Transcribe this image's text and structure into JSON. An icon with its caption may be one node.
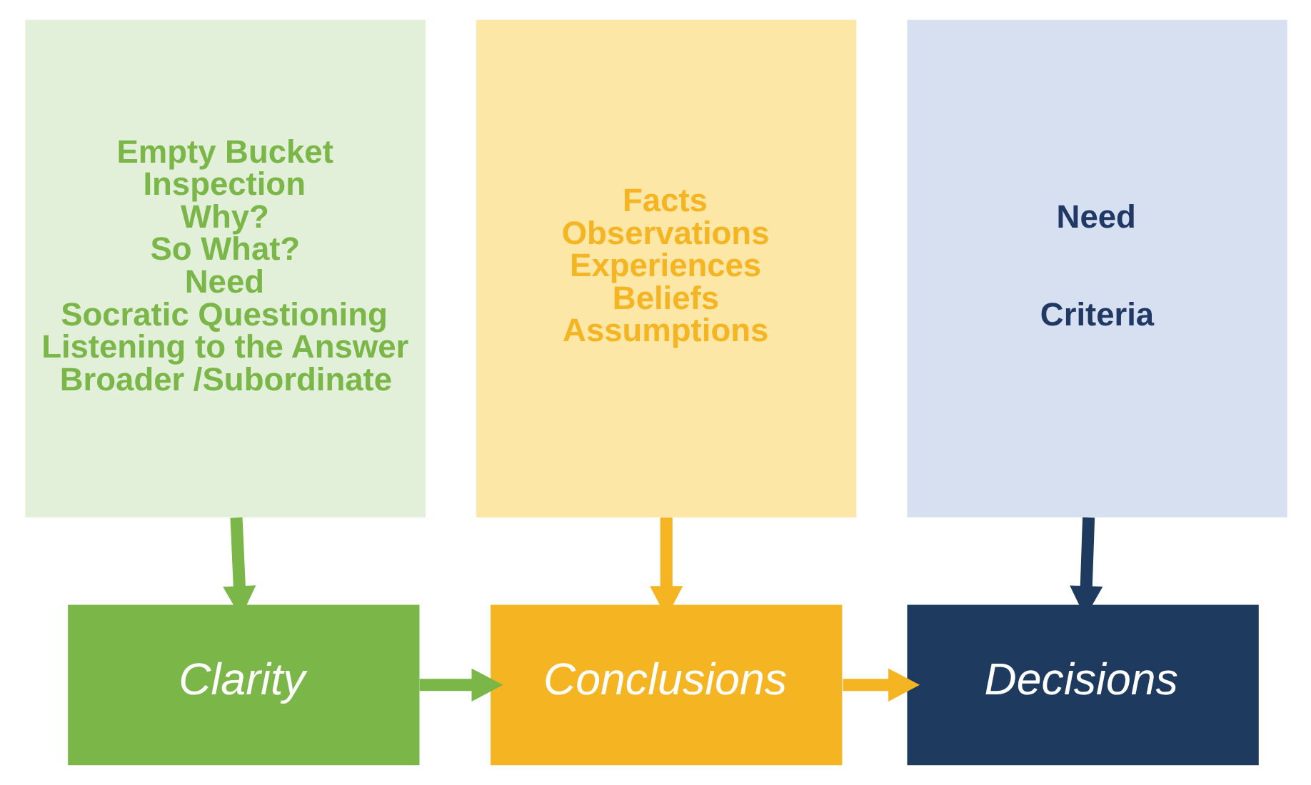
{
  "diagram": {
    "nodes": [
      {
        "text": [
          "Empty Bucket",
          "Inspection",
          "Why?",
          "So What?",
          "Need",
          "Socratic Questioning",
          "Listening to the Answer",
          "Broader /Subordinate"
        ]
      },
      {
        "text": [
          "Facts",
          "Observations",
          "Experiences",
          "Beliefs",
          "Assumptions"
        ]
      },
      {
        "text": [
          "Need",
          "Criteria"
        ]
      },
      {
        "text": [
          "Clarity"
        ]
      },
      {
        "text": [
          "Conclusions"
        ]
      },
      {
        "text": [
          "Decisions"
        ]
      }
    ],
    "edges": [
      {
        "from": 0,
        "to": 3,
        "arrow": "to",
        "color": "#7ab648"
      },
      {
        "from": 1,
        "to": 4,
        "arrow": "to",
        "color": "#f5b422"
      },
      {
        "from": 2,
        "to": 5,
        "arrow": "to",
        "color": "#1f3a5f"
      },
      {
        "from": 3,
        "to": 4,
        "arrow": "to",
        "color": "#7ab648"
      },
      {
        "from": 4,
        "to": 5,
        "arrow": "to",
        "color": "#f5b422"
      }
    ]
  }
}
